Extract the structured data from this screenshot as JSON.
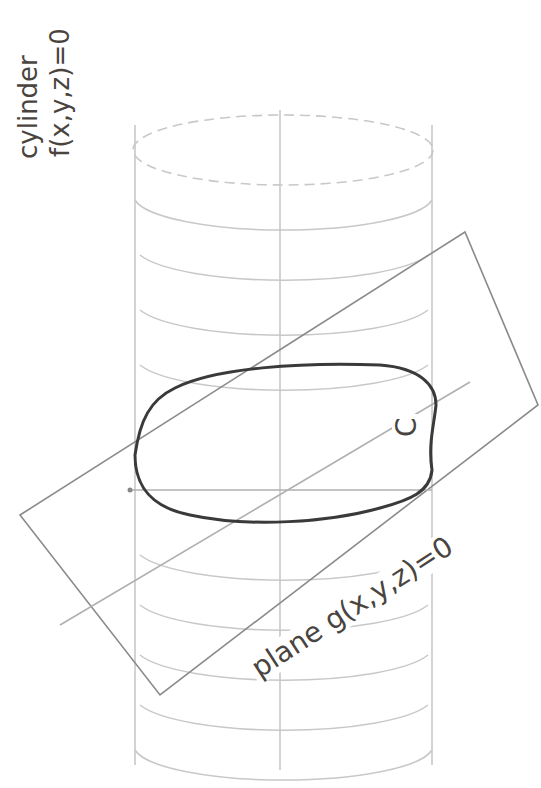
{
  "diagram": {
    "labels": [
      "cylinder",
      "f(x,y,z)=0",
      "C",
      "plane g(x,y,z)=0"
    ]
  }
}
